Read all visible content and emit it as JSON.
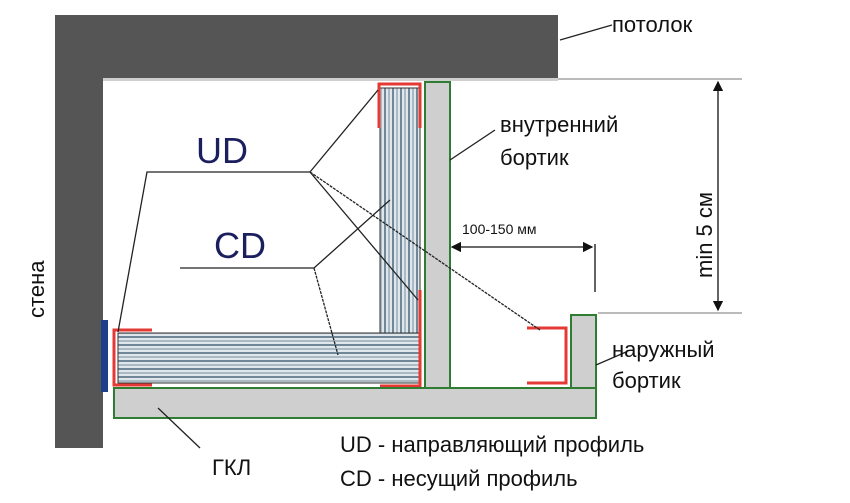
{
  "labels": {
    "ceiling": "потолок",
    "wall": "стена",
    "inner_rim_1": "внутренний",
    "inner_rim_2": "бортик",
    "outer_rim_1": "наружный",
    "outer_rim_2": "бортик",
    "drywall": "ГКЛ",
    "ud": "UD",
    "cd": "CD",
    "offset_dim": "100-150 мм",
    "height_dim": "min 5 см"
  },
  "legend": [
    "UD - направляющий профиль",
    "CD - несущий профиль"
  ],
  "colors": {
    "wall": "#555555",
    "board_fill": "#cfcfcf",
    "board_edge": "#2e7d32",
    "ud_profile": "#e53935",
    "cd_profile": "#9fb3c0",
    "label_accent": "#1b1f5e",
    "fastener": "#1e3f8a"
  }
}
